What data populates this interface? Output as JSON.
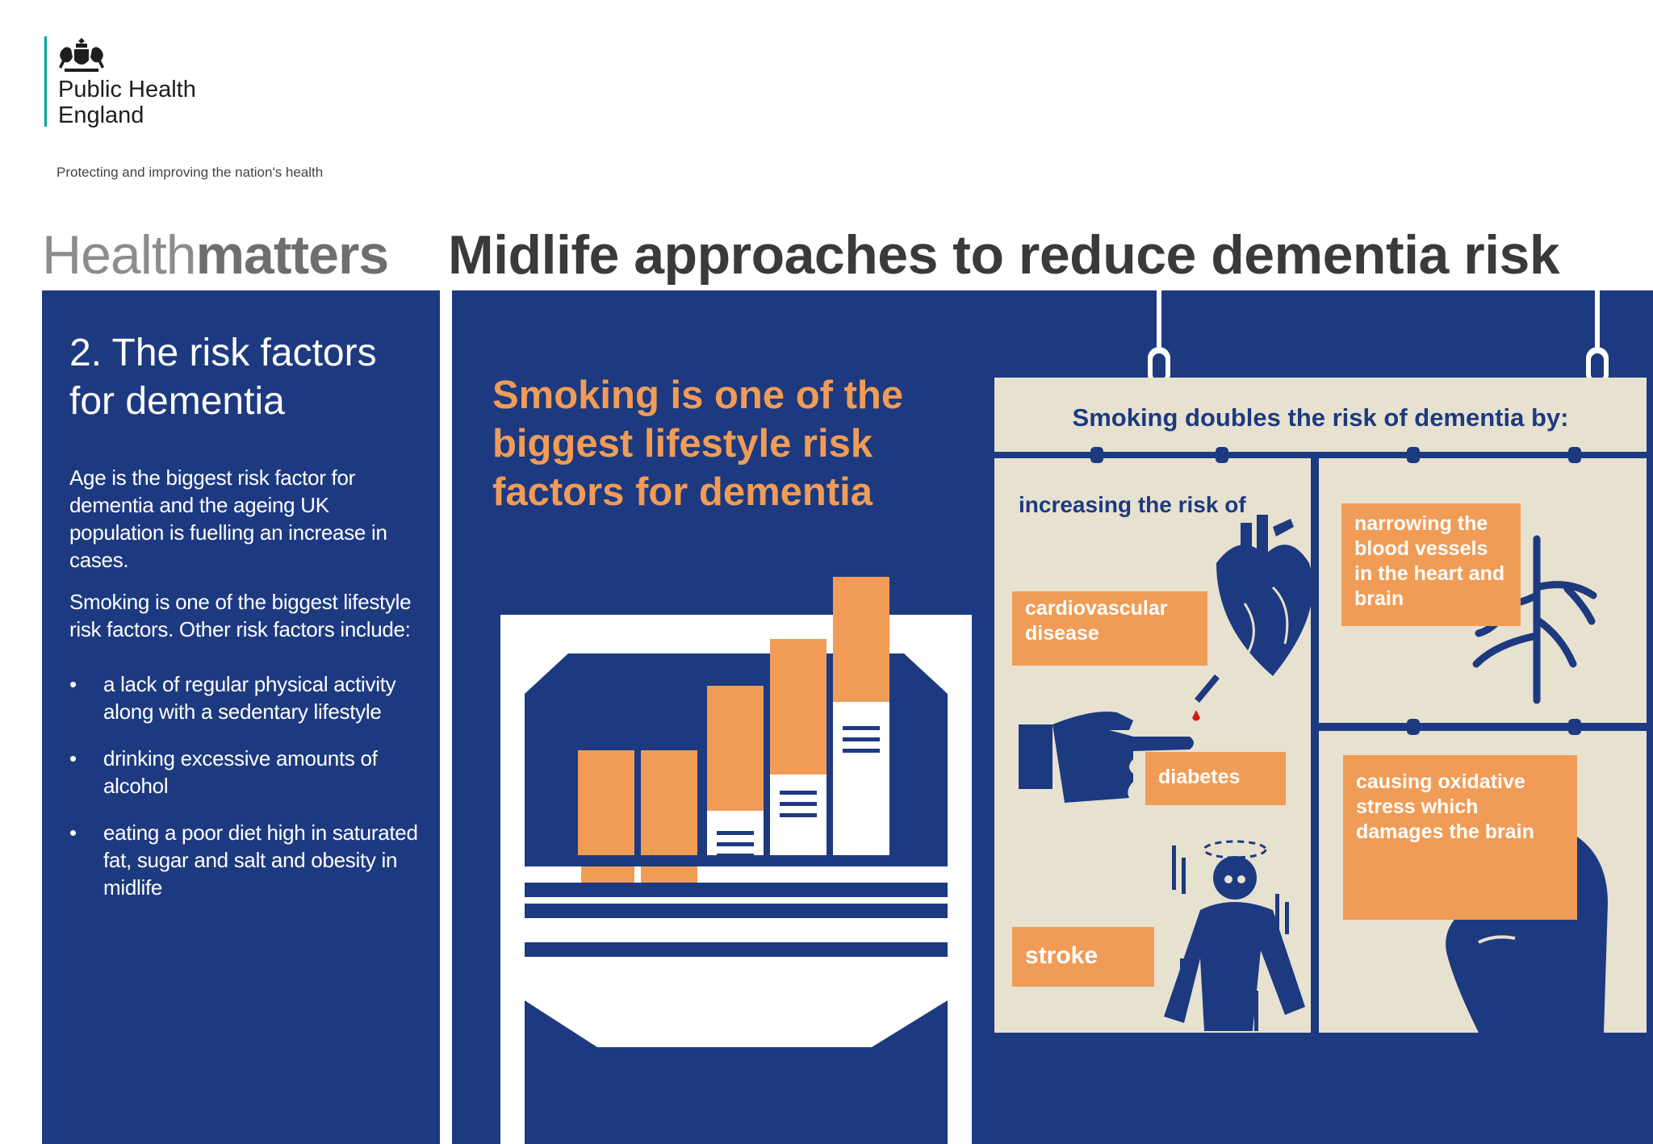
{
  "header": {
    "org_line1": "Public Health",
    "org_line2": "England",
    "tagline": "Protecting and improving the nation's health",
    "brand_light": "Health",
    "brand_bold": "matters",
    "title": "Midlife approaches to reduce dementia risk"
  },
  "left_panel": {
    "heading": "2. The risk factors for dementia",
    "para1": "Age is the biggest risk factor for dementia and the ageing UK population is fuelling an increase in cases.",
    "para2": "Smoking is one of the biggest lifestyle risk factors. Other risk factors include:",
    "bullets": [
      "a lack of regular physical activity along with a sedentary lifestyle",
      "drinking excessive amounts of alcohol",
      "eating a poor diet high in saturated fat, sugar and salt and obesity in midlife"
    ]
  },
  "right_panel": {
    "smoking_heading": "Smoking is one of the biggest lifestyle risk factors for dementia",
    "board_heading": "Smoking doubles the risk of dementia by:",
    "increasing_text": "increasing the risk of",
    "labels": {
      "cardio": "cardiovascular disease",
      "diabetes": "diabetes",
      "stroke": "stroke",
      "narrowing": "narrowing the blood vessels in the heart and brain",
      "oxidative": "causing oxidative stress which damages the brain"
    }
  },
  "colors": {
    "navy": "#1d3a80",
    "orange": "#f09c56",
    "beige": "#e7e1d0",
    "teal": "#00a499"
  },
  "icons": [
    "royal-crest-icon",
    "cigarette-pack-icon",
    "heart-icon",
    "finger-prick-icon",
    "dizzy-person-icon",
    "blood-vessel-icon",
    "head-headache-icon"
  ]
}
